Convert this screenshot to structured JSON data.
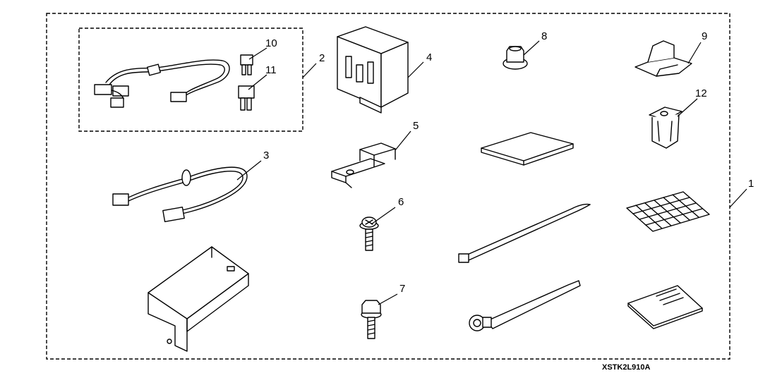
{
  "drawing_code": "XSTK2L910A",
  "callouts": {
    "c1": "1",
    "c2": "2",
    "c3": "3",
    "c4": "4",
    "c5": "5",
    "c6": "6",
    "c7": "7",
    "c8": "8",
    "c9": "9",
    "c10": "10",
    "c11": "11",
    "c12": "12"
  }
}
